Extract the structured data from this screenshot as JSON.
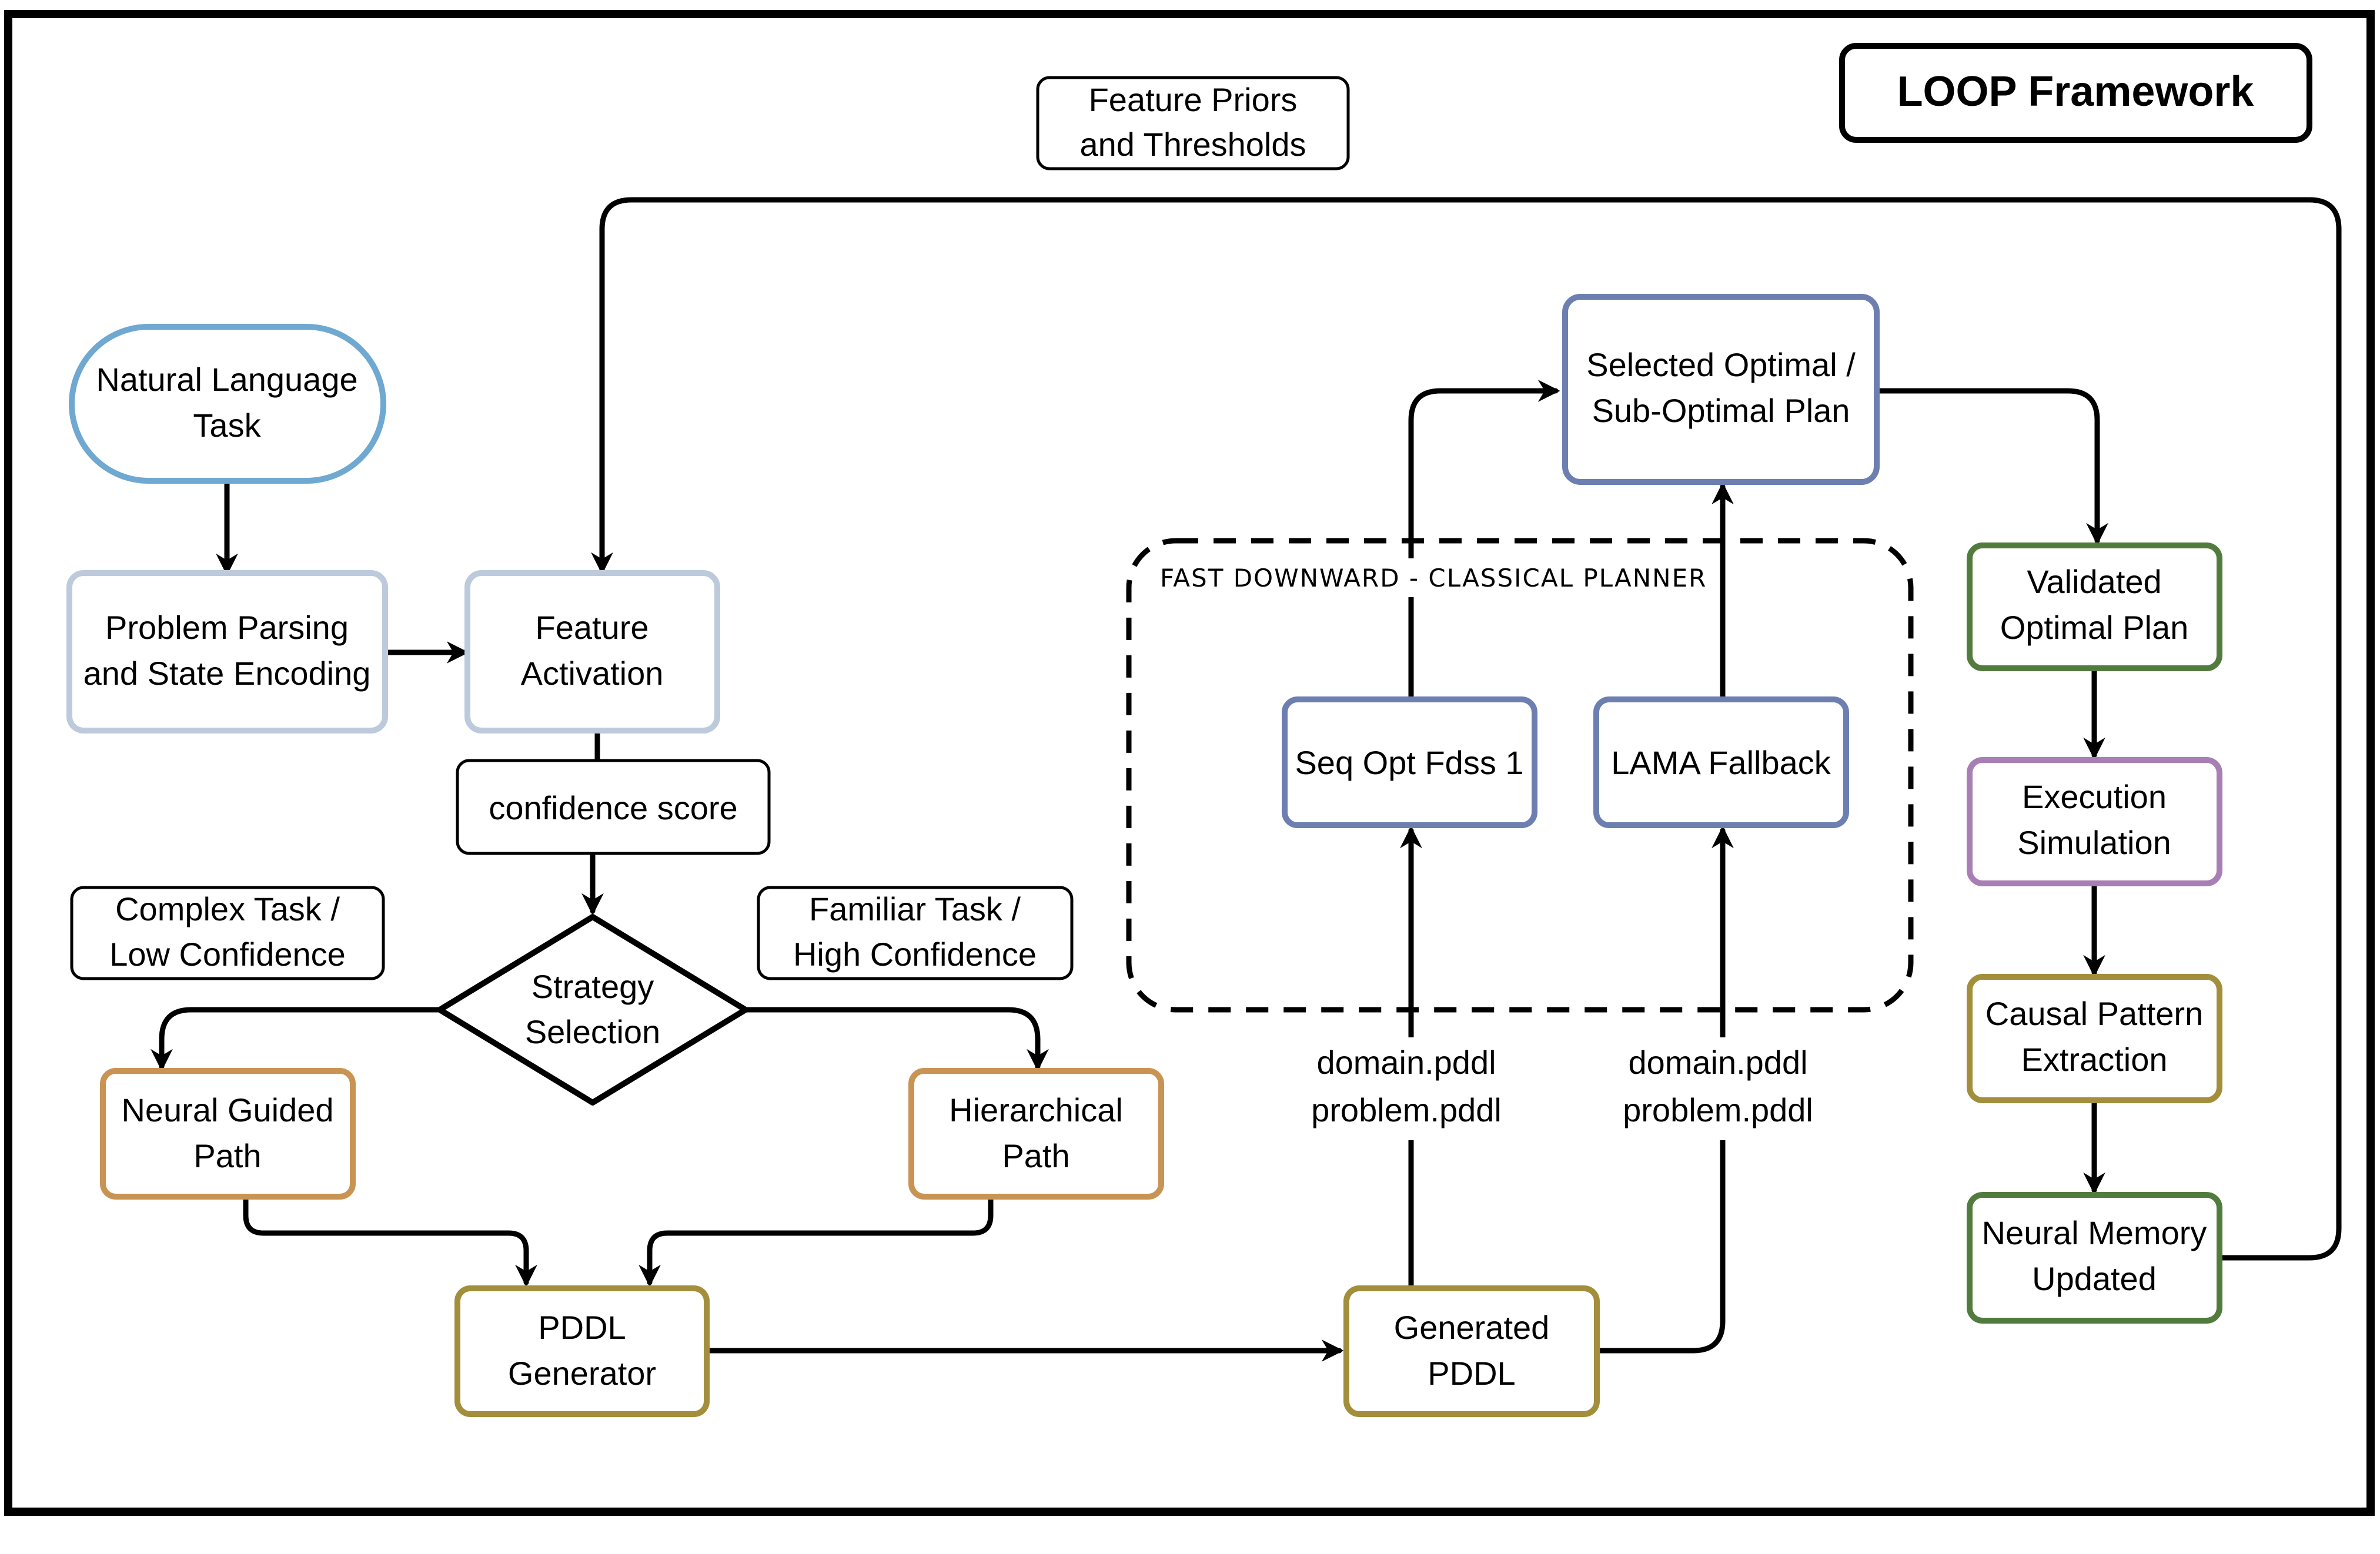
{
  "diagram": {
    "title": "LOOP Framework",
    "colors": {
      "blue_light": "#6fa8d0",
      "gray_blue": "#bccadb",
      "slate_blue": "#6c7fb0",
      "gold": "#c99453",
      "olive": "#a38e3c",
      "green": "#527c3e",
      "purple": "#a87fb4",
      "black": "#000000"
    },
    "nodes": {
      "nl_task": [
        "Natural Language",
        "Task"
      ],
      "problem_parsing": [
        "Problem Parsing",
        "and State Encoding"
      ],
      "feature_activation": [
        "Feature",
        "Activation"
      ],
      "strategy": [
        "Strategy",
        "Selection"
      ],
      "neural_guided": [
        "Neural Guided",
        "Path"
      ],
      "hierarchical": [
        "Hierarchical",
        "Path"
      ],
      "pddl_generator": [
        "PDDL",
        "Generator"
      ],
      "generated_pddl": [
        "Generated",
        "PDDL"
      ],
      "seq_opt": "Seq Opt Fdss 1",
      "lama": "LAMA Fallback",
      "selected_plan": [
        "Selected Optimal /",
        "Sub-Optimal Plan"
      ],
      "validated": [
        "Validated",
        "Optimal Plan"
      ],
      "execution": [
        "Execution",
        "Simulation"
      ],
      "causal": [
        "Causal Pattern",
        "Extraction"
      ],
      "neural_memory": [
        "Neural Memory",
        "Updated"
      ]
    },
    "labels": {
      "feature_priors": [
        "Feature Priors",
        "and Thresholds"
      ],
      "confidence": "confidence score",
      "complex_task": [
        "Complex Task /",
        "Low Confidence"
      ],
      "familiar_task": [
        "Familiar Task /",
        "High Confidence"
      ],
      "pddl_files_left": [
        "domain.pddl",
        "problem.pddl"
      ],
      "pddl_files_right": [
        "domain.pddl",
        "problem.pddl"
      ]
    },
    "group_label": "FAST DOWNWARD - CLASSICAL PLANNER"
  }
}
